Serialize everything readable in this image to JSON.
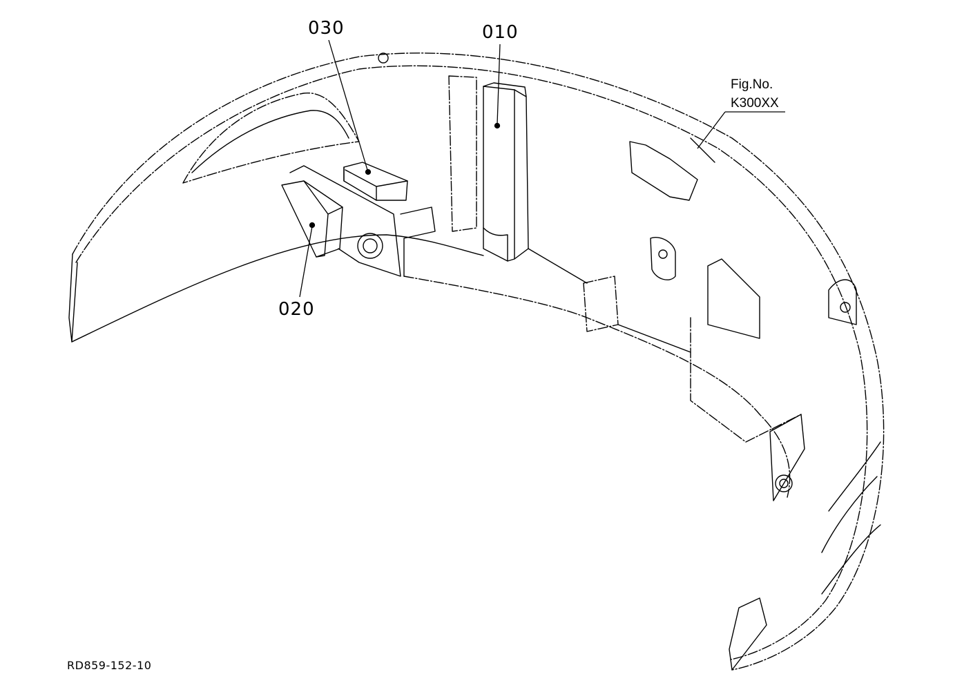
{
  "callouts": {
    "c030": "030",
    "c010": "010",
    "c020": "020"
  },
  "figure": {
    "line1": "Fig.No.",
    "line2": "K300XX"
  },
  "drawing_code": "RD859-152-10",
  "colors": {
    "line": "#000000",
    "background": "#ffffff"
  }
}
